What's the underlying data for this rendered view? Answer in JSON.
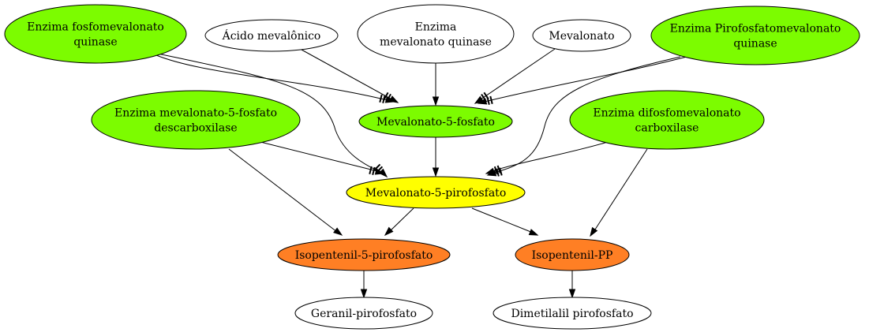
{
  "nodes": [
    {
      "id": "fosfomevalonato-quinase",
      "lines": [
        "Enzima fosfomevalonato",
        "quinase"
      ],
      "fill": "#7cfc00"
    },
    {
      "id": "acido-mevalonico",
      "lines": [
        "Ácido mevalônico"
      ],
      "fill": "#ffffff"
    },
    {
      "id": "mevalonato-quinase",
      "lines": [
        "Enzima",
        "mevalonato quinase"
      ],
      "fill": "#ffffff"
    },
    {
      "id": "mevalonato",
      "lines": [
        "Mevalonato"
      ],
      "fill": "#ffffff"
    },
    {
      "id": "pirofosfatomevalonato-quinase",
      "lines": [
        "Enzima Pirofosfatomevalonato",
        "quinase"
      ],
      "fill": "#7cfc00"
    },
    {
      "id": "mevalonato-5-fosfato-descarboxilase",
      "lines": [
        "Enzima mevalonato-5-fosfato",
        "descarboxilase"
      ],
      "fill": "#7cfc00"
    },
    {
      "id": "mevalonato-5-fosfato",
      "lines": [
        "Mevalonato-5-fosfato"
      ],
      "fill": "#7cfc00"
    },
    {
      "id": "difosfomevalonato-carboxilase",
      "lines": [
        "Enzima difosfomevalonato",
        "carboxilase"
      ],
      "fill": "#7cfc00"
    },
    {
      "id": "mevalonato-5-pirofosfato",
      "lines": [
        "Mevalonato-5-pirofosfato"
      ],
      "fill": "#ffff00"
    },
    {
      "id": "isopentenil-5-pirofosfato",
      "lines": [
        "Isopentenil-5-pirofosfato"
      ],
      "fill": "#ff7f24"
    },
    {
      "id": "isopentenil-pp",
      "lines": [
        "Isopentenil-PP"
      ],
      "fill": "#ff7f24"
    },
    {
      "id": "geranil-pirofosfato",
      "lines": [
        "Geranil-pirofosfato"
      ],
      "fill": "#ffffff"
    },
    {
      "id": "dimetilalil-pirofosfato",
      "lines": [
        "Dimetilalil pirofosfato"
      ],
      "fill": "#ffffff"
    }
  ],
  "edges": [
    {
      "from": "fosfomevalonato-quinase",
      "to": "mevalonato-5-fosfato",
      "kind": "tee"
    },
    {
      "from": "acido-mevalonico",
      "to": "mevalonato-5-fosfato",
      "kind": "tee"
    },
    {
      "from": "mevalonato-quinase",
      "to": "mevalonato-5-fosfato",
      "kind": "normal"
    },
    {
      "from": "mevalonato",
      "to": "mevalonato-5-fosfato",
      "kind": "tee"
    },
    {
      "from": "pirofosfatomevalonato-quinase",
      "to": "mevalonato-5-fosfato",
      "kind": "tee"
    },
    {
      "from": "fosfomevalonato-quinase",
      "to": "mevalonato-5-pirofosfato",
      "kind": "tee"
    },
    {
      "from": "mevalonato-5-fosfato-descarboxilase",
      "to": "mevalonato-5-pirofosfato",
      "kind": "tee"
    },
    {
      "from": "mevalonato-5-fosfato",
      "to": "mevalonato-5-pirofosfato",
      "kind": "normal"
    },
    {
      "from": "difosfomevalonato-carboxilase",
      "to": "mevalonato-5-pirofosfato",
      "kind": "tee"
    },
    {
      "from": "pirofosfatomevalonato-quinase",
      "to": "mevalonato-5-pirofosfato",
      "kind": "tee"
    },
    {
      "from": "mevalonato-5-fosfato-descarboxilase",
      "to": "isopentenil-5-pirofosfato",
      "kind": "normal"
    },
    {
      "from": "mevalonato-5-pirofosfato",
      "to": "isopentenil-5-pirofosfato",
      "kind": "normal"
    },
    {
      "from": "mevalonato-5-pirofosfato",
      "to": "isopentenil-pp",
      "kind": "normal"
    },
    {
      "from": "difosfomevalonato-carboxilase",
      "to": "isopentenil-pp",
      "kind": "normal"
    },
    {
      "from": "isopentenil-5-pirofosfato",
      "to": "geranil-pirofosfato",
      "kind": "normal"
    },
    {
      "from": "isopentenil-pp",
      "to": "dimetilalil-pirofosfato",
      "kind": "normal"
    }
  ]
}
